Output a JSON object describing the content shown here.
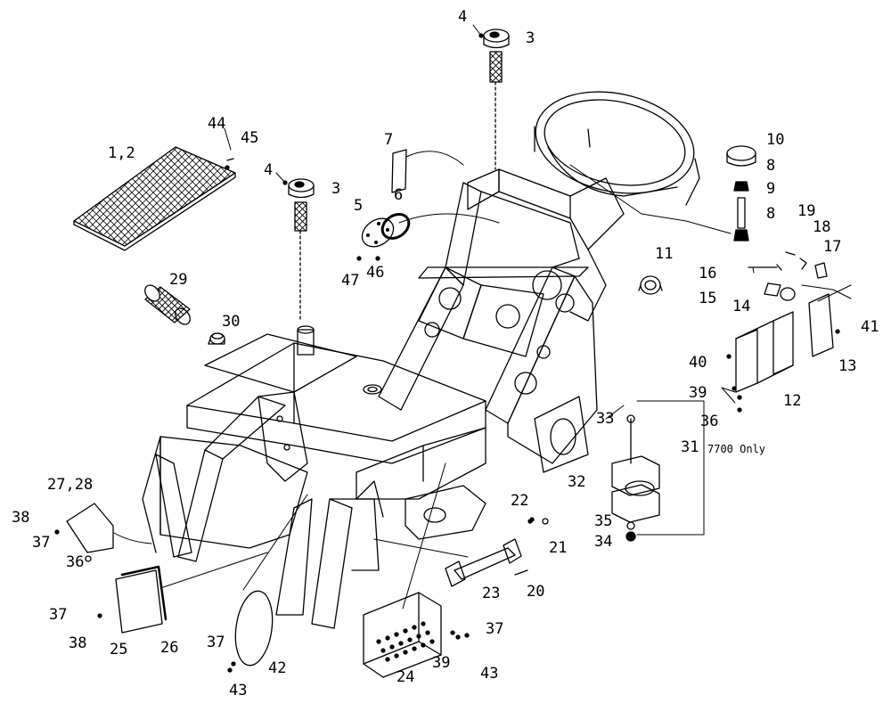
{
  "diagram": {
    "note": "7700 Only",
    "callouts": [
      {
        "id": "c1",
        "text": "4"
      },
      {
        "id": "c2",
        "text": "3"
      },
      {
        "id": "c3",
        "text": "44"
      },
      {
        "id": "c4",
        "text": "45"
      },
      {
        "id": "c5",
        "text": "1,2"
      },
      {
        "id": "c6",
        "text": "4"
      },
      {
        "id": "c7",
        "text": "3"
      },
      {
        "id": "c8",
        "text": "7"
      },
      {
        "id": "c9",
        "text": "6"
      },
      {
        "id": "c10",
        "text": "5"
      },
      {
        "id": "c11",
        "text": "47"
      },
      {
        "id": "c12",
        "text": "46"
      },
      {
        "id": "c13",
        "text": "10"
      },
      {
        "id": "c14",
        "text": "8"
      },
      {
        "id": "c15",
        "text": "9"
      },
      {
        "id": "c16",
        "text": "8"
      },
      {
        "id": "c17",
        "text": "11"
      },
      {
        "id": "c18",
        "text": "19"
      },
      {
        "id": "c19",
        "text": "18"
      },
      {
        "id": "c20",
        "text": "17"
      },
      {
        "id": "c21",
        "text": "16"
      },
      {
        "id": "c22",
        "text": "15"
      },
      {
        "id": "c23",
        "text": "14"
      },
      {
        "id": "c24",
        "text": "41"
      },
      {
        "id": "c25",
        "text": "13"
      },
      {
        "id": "c26",
        "text": "40"
      },
      {
        "id": "c27",
        "text": "39"
      },
      {
        "id": "c28",
        "text": "12"
      },
      {
        "id": "c29",
        "text": "36"
      },
      {
        "id": "c30",
        "text": "29"
      },
      {
        "id": "c31",
        "text": "30"
      },
      {
        "id": "c32",
        "text": "33"
      },
      {
        "id": "c33",
        "text": "31"
      },
      {
        "id": "c34",
        "text": "32"
      },
      {
        "id": "c35",
        "text": "35"
      },
      {
        "id": "c36",
        "text": "34"
      },
      {
        "id": "c37",
        "text": "22"
      },
      {
        "id": "c38",
        "text": "21"
      },
      {
        "id": "c39",
        "text": "20"
      },
      {
        "id": "c40",
        "text": "23"
      },
      {
        "id": "c41",
        "text": "27,28"
      },
      {
        "id": "c42",
        "text": "38"
      },
      {
        "id": "c43",
        "text": "37"
      },
      {
        "id": "c44",
        "text": "36"
      },
      {
        "id": "c45",
        "text": "37"
      },
      {
        "id": "c46",
        "text": "38"
      },
      {
        "id": "c47",
        "text": "25"
      },
      {
        "id": "c48",
        "text": "26"
      },
      {
        "id": "c49",
        "text": "37"
      },
      {
        "id": "c50",
        "text": "43"
      },
      {
        "id": "c51",
        "text": "42"
      },
      {
        "id": "c52",
        "text": "24"
      },
      {
        "id": "c53",
        "text": "37"
      },
      {
        "id": "c54",
        "text": "39"
      },
      {
        "id": "c55",
        "text": "43"
      }
    ]
  }
}
